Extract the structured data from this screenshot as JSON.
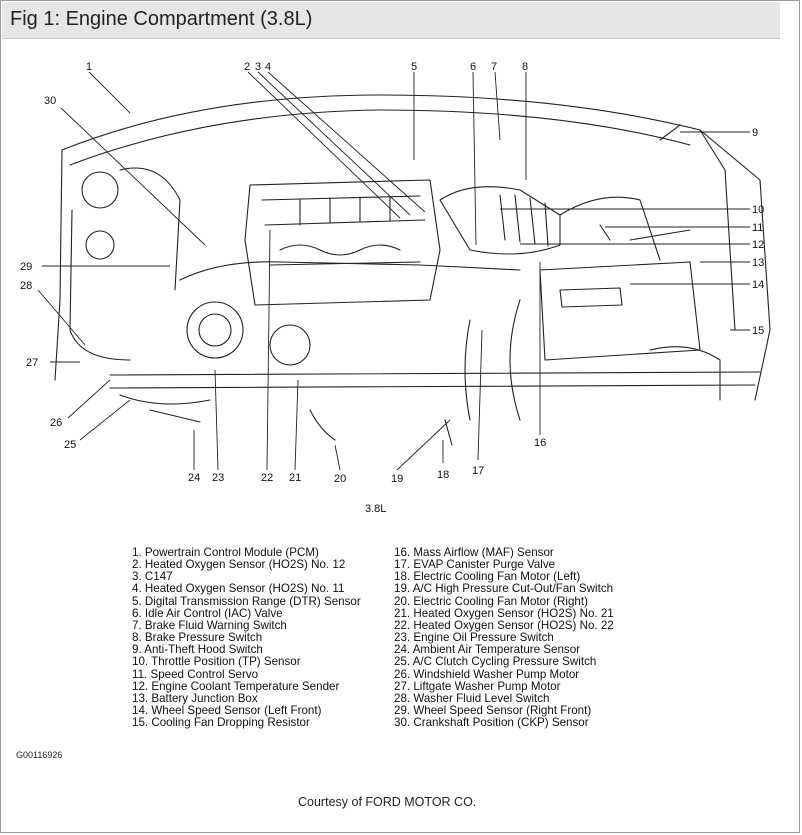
{
  "figure": {
    "title": "Fig 1: Engine Compartment (3.8L)",
    "engine_label": "3.8L",
    "figure_code": "G00116926",
    "credit": "Courtesy of FORD MOTOR CO."
  },
  "callouts": [
    "1",
    "2",
    "3",
    "4",
    "5",
    "6",
    "7",
    "8",
    "9",
    "10",
    "11",
    "12",
    "13",
    "14",
    "15",
    "16",
    "17",
    "18",
    "19",
    "20",
    "21",
    "22",
    "23",
    "24",
    "25",
    "26",
    "27",
    "28",
    "29",
    "30"
  ],
  "legend": [
    "1. Powertrain Control Module (PCM)",
    "2. Heated Oxygen Sensor (HO2S) No. 12",
    "3. C147",
    "4. Heated Oxygen Sensor (HO2S) No. 11",
    "5. Digital Transmission Range (DTR) Sensor",
    "6. Idle Air Control (IAC) Valve",
    "7. Brake Fluid Warning Switch",
    "8. Brake Pressure Switch",
    "9. Anti-Theft Hood Switch",
    "10. Throttle Position (TP) Sensor",
    "11. Speed Control Servo",
    "12. Engine Coolant Temperature Sender",
    "13. Battery Junction Box",
    "14. Wheel Speed Sensor (Left Front)",
    "15. Cooling Fan Dropping Resistor",
    "16. Mass Airflow (MAF) Sensor",
    "17. EVAP Canister Purge Valve",
    "18. Electric Cooling Fan Motor (Left)",
    "19. A/C High Pressure Cut-Out/Fan Switch",
    "20. Electric Cooling Fan Motor (Right)",
    "21. Heated Oxygen Sensor (HO2S) No. 21",
    "22. Heated Oxygen Sensor (HO2S) No. 22",
    "23. Engine Oil Pressure Switch",
    "24. Ambient Air Temperature Sensor",
    "25. A/C Clutch Cycling Pressure Switch",
    "26. Windshield Washer Pump Motor",
    "27. Liftgate Washer Pump Motor",
    "28. Washer Fluid Level Switch",
    "29. Wheel Speed Sensor (Right Front)",
    "30. Crankshaft Position (CKP) Sensor"
  ]
}
